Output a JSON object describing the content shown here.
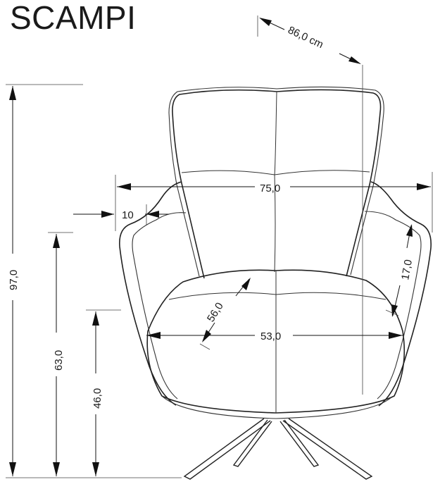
{
  "title": "SCAMPI",
  "dimensions": {
    "depth": "86,0 cm",
    "width_armrest": "75,0",
    "armrest_offset": "10",
    "arm_height": "17,0",
    "seat_depth": "56,0",
    "seat_width": "53,0",
    "total_height": "97,0",
    "armrest_height": "63,0",
    "seat_height": "46,0"
  }
}
